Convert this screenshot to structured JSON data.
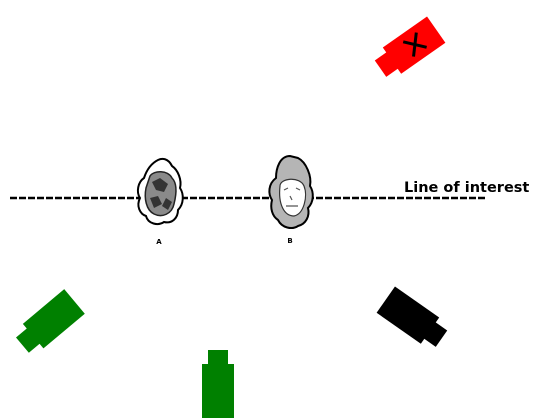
{
  "line": {
    "label": "Line of interest",
    "color": "#000000"
  },
  "subjects": [
    {
      "label": "A",
      "icon": "head-back-icon"
    },
    {
      "label": "B",
      "icon": "head-front-icon"
    }
  ],
  "cameras": [
    {
      "id": "red",
      "color": "#ff0000",
      "mark": "x-mark",
      "status": "prohibited"
    },
    {
      "id": "green-left",
      "color": "#008000",
      "mark": "",
      "status": "allowed"
    },
    {
      "id": "green-bottom",
      "color": "#008000",
      "mark": "",
      "status": "allowed"
    },
    {
      "id": "black",
      "color": "#000000",
      "mark": "",
      "status": "neutral"
    }
  ]
}
